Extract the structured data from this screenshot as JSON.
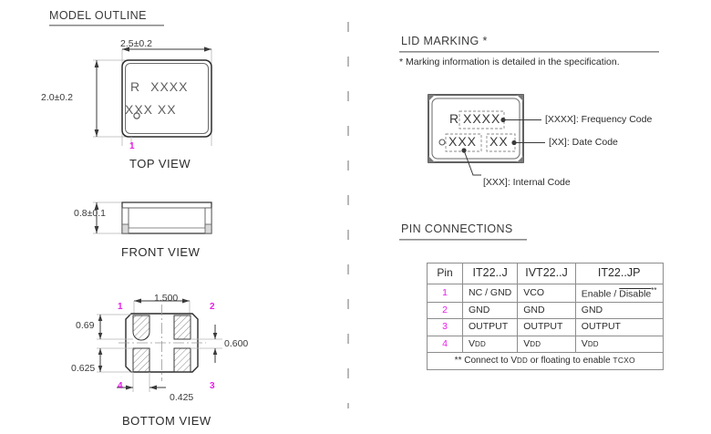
{
  "sections": {
    "model_outline": {
      "title": "MODEL OUTLINE"
    },
    "lid_marking": {
      "title": "LID MARKING *",
      "note": "* Marking information is detailed in the specification."
    },
    "pin_connections": {
      "title": "PIN CONNECTIONS"
    }
  },
  "top_view": {
    "label": "TOP VIEW",
    "dim_width": "2.5±0.2",
    "dim_height": "2.0±0.2",
    "mark_line1_prefix": "R",
    "mark_line1": "XXXX",
    "mark_line2": "XXX  XX",
    "pin1": "1"
  },
  "front_view": {
    "label": "FRONT VIEW",
    "dim_height": "0.8±0.1"
  },
  "bottom_view": {
    "label": "BOTTOM VIEW",
    "dim_pad_pitch_x": "1.500",
    "dim_pad_h_top": "0.69",
    "dim_pad_h_bottom": "0.625",
    "dim_pad_pitch_y": "0.600",
    "dim_pad_w": "0.425",
    "pins": {
      "p1": "1",
      "p2": "2",
      "p3": "3",
      "p4": "4"
    }
  },
  "lid_marking_diagram": {
    "mark_prefix": "R",
    "freq_code": "XXXX",
    "internal_code": "XXX",
    "date_code": "XX",
    "callouts": {
      "frequency": "[XXXX]: Frequency Code",
      "date": "[XX]: Date Code",
      "internal": "[XXX]: Internal Code"
    }
  },
  "chart_data": {
    "type": "table",
    "title": "PIN CONNECTIONS",
    "columns": [
      "Pin",
      "IT22..J",
      "IVT22..J",
      "IT22..JP"
    ],
    "rows": [
      [
        "1",
        "NC / GND",
        "VCO",
        "Enable / Disable**"
      ],
      [
        "2",
        "GND",
        "GND",
        "GND"
      ],
      [
        "3",
        "OUTPUT",
        "OUTPUT",
        "OUTPUT"
      ],
      [
        "4",
        "VDD",
        "VDD",
        "VDD"
      ]
    ],
    "footnote": "** Connect to VDD or floating to enable TCXO"
  },
  "pin_table": {
    "headers": {
      "pin": "Pin",
      "col1": "IT22..J",
      "col2": "IVT22..J",
      "col3": "IT22..JP"
    },
    "rows": [
      {
        "pin": "1",
        "c1": "NC / GND",
        "c2": "VCO",
        "c3_pre": "Enable / ",
        "c3_ovl": "Disable",
        "c3_sup": "**"
      },
      {
        "pin": "2",
        "c1": "GND",
        "c2": "GND",
        "c3_pre": "GND",
        "c3_ovl": "",
        "c3_sup": ""
      },
      {
        "pin": "3",
        "c1": "OUTPUT",
        "c2": "OUTPUT",
        "c3_pre": "OUTPUT",
        "c3_ovl": "",
        "c3_sup": ""
      },
      {
        "pin": "4",
        "c1": "V",
        "c2": "V",
        "c3_pre": "V",
        "c3_ovl": "",
        "c3_sup": ""
      }
    ],
    "vdd_sub": "DD",
    "footnote": {
      "pre": "** Connect to V",
      "sub": "DD",
      "mid": " or floating to enable ",
      "tcxo": "TCXO"
    }
  },
  "colors": {
    "line": "#3a3a3a",
    "thin": "#8d8d8d",
    "magenta": "#e81ee8",
    "hatch": "#5a5a5a",
    "divider": "#9a9a9a"
  }
}
